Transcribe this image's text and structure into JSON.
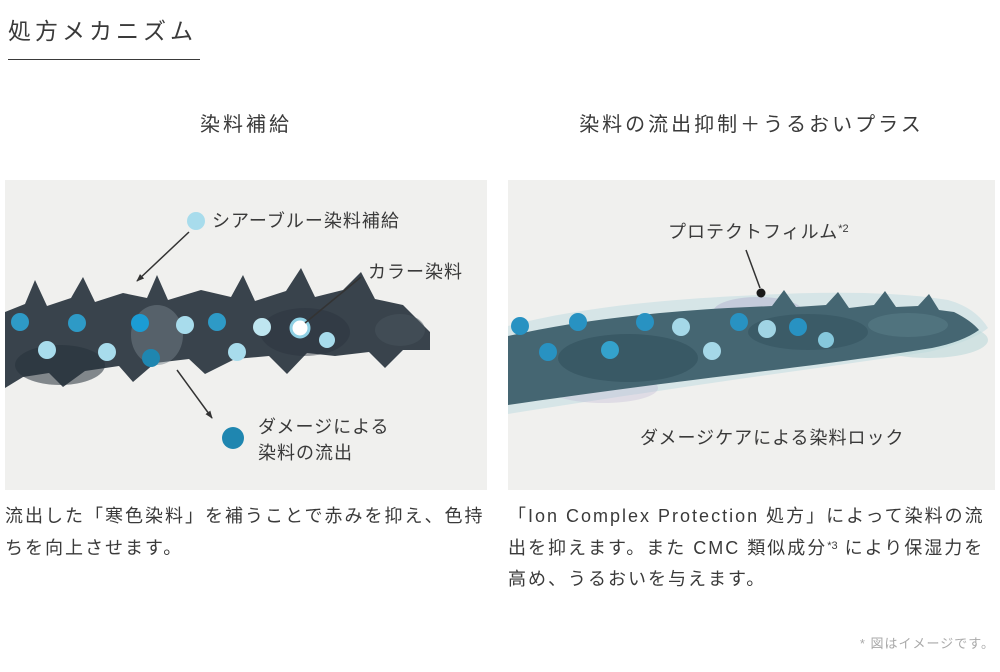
{
  "header": {
    "title": "処方メカニズム"
  },
  "left": {
    "title": "染料補給",
    "label_supply": "シアーブルー染料補給",
    "label_dye": "カラー染料",
    "label_outflow_1": "ダメージによる",
    "label_outflow_2": "染料の流出",
    "caption": "流出した「寒色染料」を補うことで赤みを抑え、色持ちを向上させます。"
  },
  "right": {
    "title": "染料の流出抑制＋うるおいプラス",
    "label_film": "プロテクトフィルム",
    "label_film_sup": "*2",
    "label_lock": "ダメージケアによる染料ロック",
    "caption_1": "「Ion Complex Protection 処方」によって染料の流出を抑えます。また CMC 類似成分",
    "caption_sup": "*3",
    "caption_2": " により保湿力を高め、うるおいを与えます。"
  },
  "footnote": "* 図はイメージです。",
  "colors": {
    "text": "#3a3a3a",
    "panel_bg": "#f0f0ee",
    "hair_dark": "#39434c",
    "hair_teal": "#456672",
    "dot_light": "#a8dcec",
    "dot_medium": "#2e9ac6",
    "dot_dark": "#1f86b0",
    "footnote_gray": "#a9a9a9"
  }
}
